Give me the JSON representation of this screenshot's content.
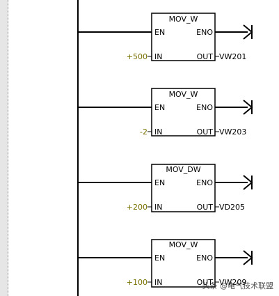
{
  "blocks": [
    {
      "title": "MOV_W",
      "en": "EN",
      "eno": "ENO",
      "in_label": "IN",
      "out_label": "OUT",
      "in_value": "+500",
      "out_value": "VW201"
    },
    {
      "title": "MOV_W",
      "en": "EN",
      "eno": "ENO",
      "in_label": "IN",
      "out_label": "OUT",
      "in_value": "-2",
      "out_value": "VW203"
    },
    {
      "title": "MOV_DW",
      "en": "EN",
      "eno": "ENO",
      "in_label": "IN",
      "out_label": "OUT",
      "in_value": "+200",
      "out_value": "VD205"
    },
    {
      "title": "MOV_W",
      "en": "EN",
      "eno": "ENO",
      "in_label": "IN",
      "out_label": "OUT",
      "in_value": "+100",
      "out_value": "VW209"
    }
  ],
  "watermark": "头条 @电气技术联盟",
  "colors": {
    "wire": "#000000",
    "input_value": "#7a7000",
    "gutter": "#b8b8b8"
  }
}
